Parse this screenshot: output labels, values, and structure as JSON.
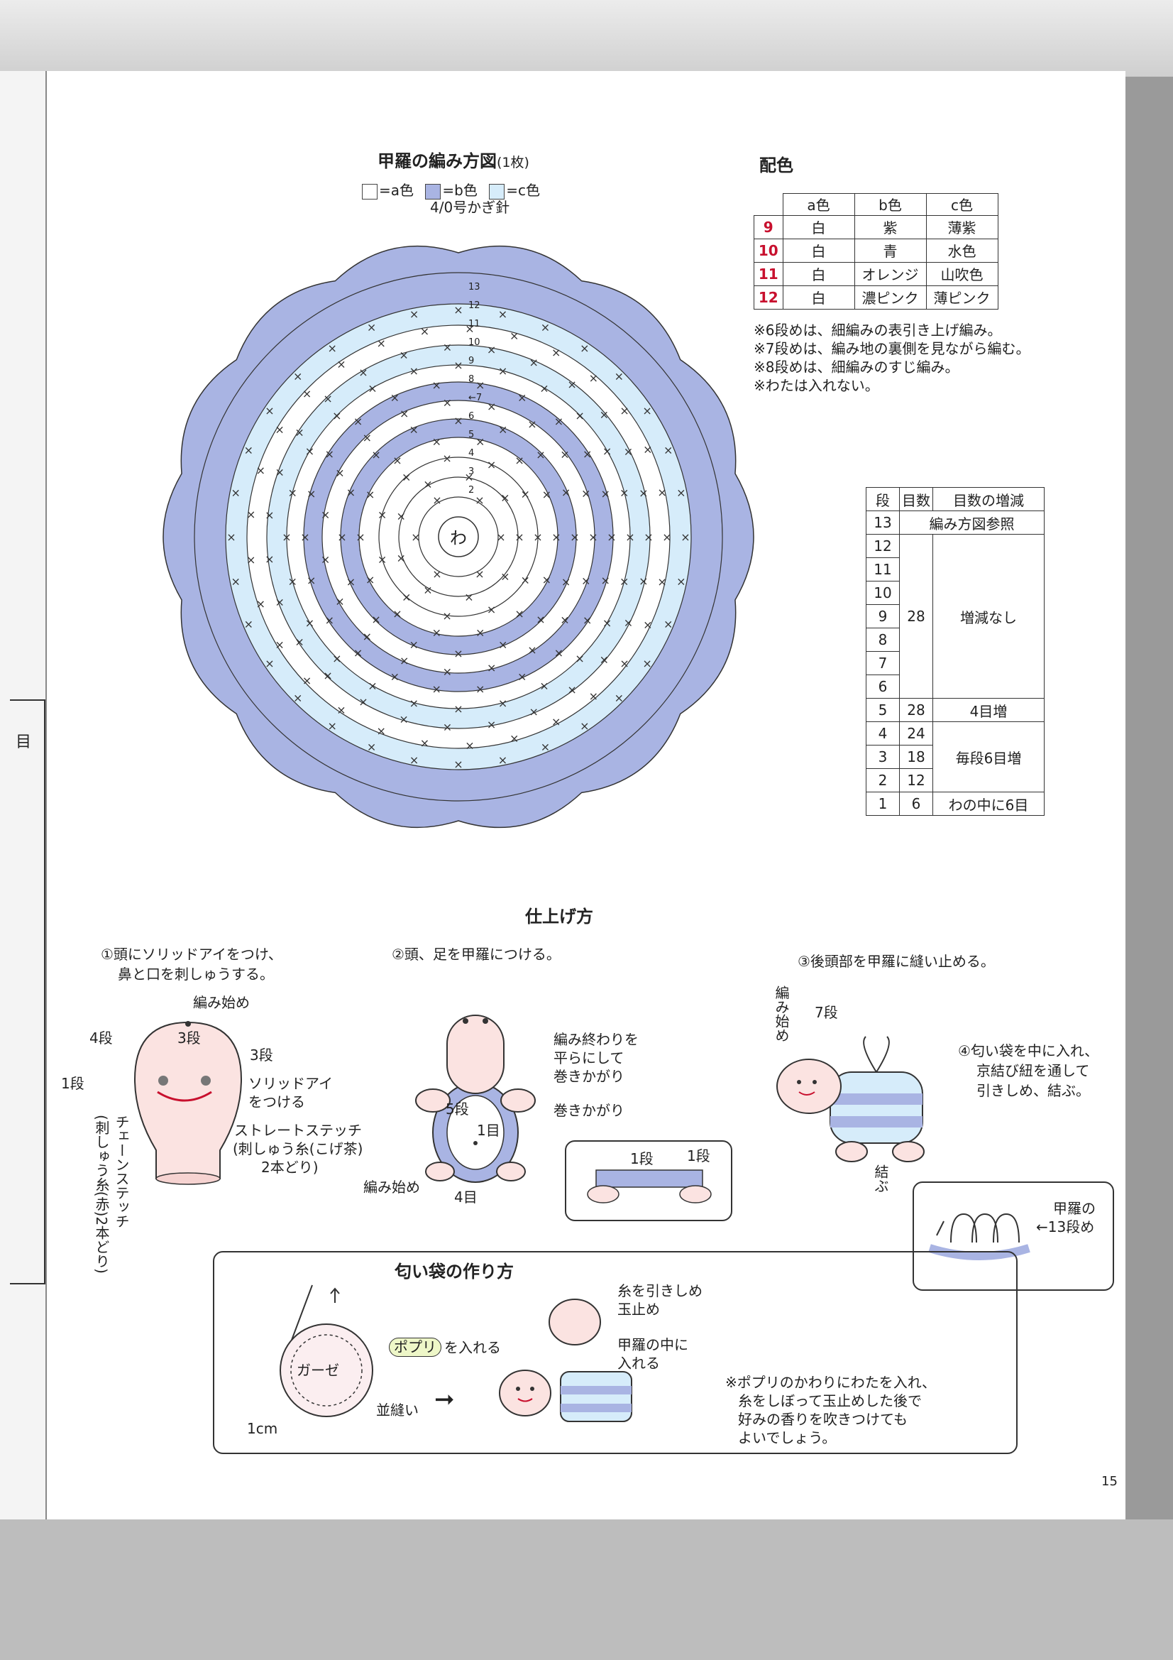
{
  "chart": {
    "title": "甲羅の編み方図",
    "count": "(1枚)",
    "legend": [
      {
        "swatch": "#ffffff",
        "label": "=a色"
      },
      {
        "swatch": "#a9b4e3",
        "label": "=b色"
      },
      {
        "swatch": "#d6ecfa",
        "label": "=c色"
      }
    ],
    "hook": "4/0号かぎ針",
    "center": "わ",
    "row_numbers": [
      "2",
      "3",
      "4",
      "5",
      "6",
      "←7",
      "8",
      "9",
      "10",
      "11",
      "12",
      "13"
    ]
  },
  "colors": {
    "title": "配色",
    "headers": [
      "a色",
      "b色",
      "c色"
    ],
    "rows": [
      {
        "no": "9",
        "a": "白",
        "b": "紫",
        "c": "薄紫"
      },
      {
        "no": "10",
        "a": "白",
        "b": "青",
        "c": "水色"
      },
      {
        "no": "11",
        "a": "白",
        "b": "オレンジ",
        "c": "山吹色"
      },
      {
        "no": "12",
        "a": "白",
        "b": "濃ピンク",
        "c": "薄ピンク"
      }
    ],
    "notes": [
      "※6段めは、細編みの表引き上げ編み。",
      "※7段めは、編み地の裏側を見ながら編む。",
      "※8段めは、細編みのすじ編み。",
      "※わたは入れない。"
    ]
  },
  "stitch_table": {
    "headers": [
      "段",
      "目数",
      "目数の増減"
    ],
    "r13": {
      "dan": "13",
      "note": "編み方図参照"
    },
    "r12": "12",
    "r11": "11",
    "r10": "10",
    "r9": "9",
    "r8": "8",
    "r7": "7",
    "r6": "6",
    "group1": {
      "count": "28",
      "change": "増減なし"
    },
    "r5": {
      "dan": "5",
      "count": "28",
      "change": "4目増"
    },
    "r4": {
      "dan": "4",
      "count": "24"
    },
    "r3": {
      "dan": "3",
      "count": "18",
      "change": "毎段6目増"
    },
    "r2": {
      "dan": "2",
      "count": "12"
    },
    "r1": {
      "dan": "1",
      "count": "6",
      "change": "わの中に6目"
    }
  },
  "finish": {
    "title": "仕上げ方",
    "step1": {
      "line1": "①頭にソリッドアイをつけ、",
      "line2": "鼻と口を刺しゅうする。",
      "start": "編み始め",
      "dan4": "4段",
      "dan3a": "3段",
      "dan3b": "3段",
      "dan1": "1段",
      "eye1": "ソリッドアイ",
      "eye2": "をつける",
      "straight1": "ストレートステッチ",
      "straight2": "(刺しゅう糸(こげ茶)",
      "straight3": "2本どり)",
      "chain1": "チェーンステッチ",
      "chain2": "(刺しゅう糸(赤)2本どり)"
    },
    "step2": {
      "line": "②頭、足を甲羅につける。",
      "end1": "編み終わりを",
      "end2": "平らにして",
      "end3": "巻きかがり",
      "whip": "巻きかがり",
      "dan5": "5段",
      "row1": "1目",
      "start": "編み始め",
      "stitch4": "4目",
      "dan1a": "1段",
      "dan1b": "1段"
    },
    "step3": {
      "line": "③後頭部を甲羅に縫い止める。",
      "start": "編み始め",
      "dan7": "7段",
      "tie": "結ぶ"
    },
    "step4": {
      "line1": "④匂い袋を中に入れ、",
      "line2": "京結び紐を通して",
      "line3": "引きしめ、結ぶ。",
      "shell1": "甲羅の",
      "shell2": "←13段め"
    }
  },
  "sachet": {
    "title": "匂い袋の作り方",
    "gauze": "ガーゼ",
    "potpourri": "ポプリ",
    "put_in": "を入れる",
    "running": "並縫い",
    "size": "1cm",
    "pull1": "糸を引きしめ",
    "pull2": "玉止め",
    "into1": "甲羅の中に",
    "into2": "入れる",
    "note": [
      "※ポプリのかわりにわたを入れ、",
      "糸をしぼって玉止めした後で",
      "好みの香りを吹きつけても",
      "よいでしょう。"
    ]
  },
  "page_number": "15",
  "side_tab": "目"
}
